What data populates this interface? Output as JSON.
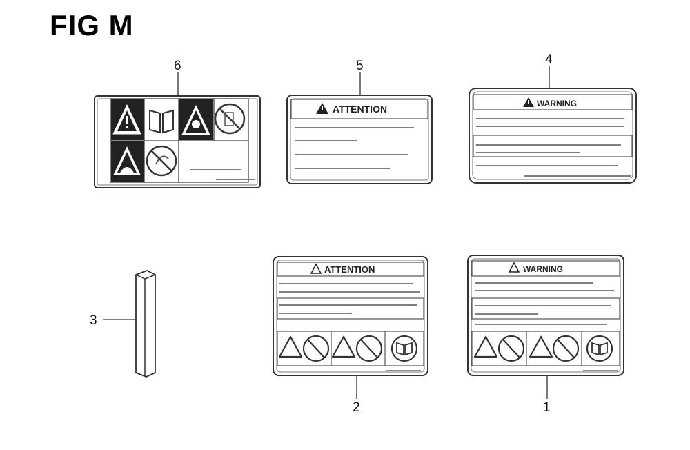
{
  "figure": {
    "title": "FIG M"
  },
  "callouts": [
    "1",
    "2",
    "3",
    "4",
    "5",
    "6"
  ],
  "labels": {
    "attention_header": "ATTENTION",
    "warning_header": "WARNING"
  }
}
